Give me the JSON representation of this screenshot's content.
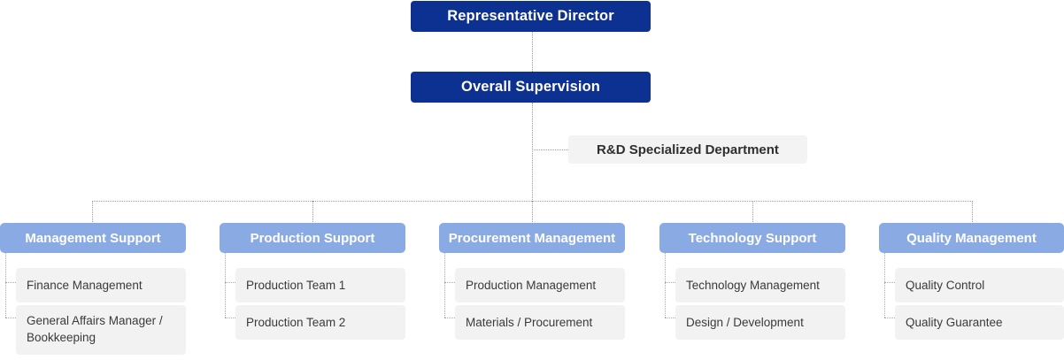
{
  "chart": {
    "type": "organization-chart",
    "title_nodes": [
      {
        "id": "representative-director",
        "label": "Representative Director"
      },
      {
        "id": "overall-supervision",
        "label": "Overall Supervision"
      }
    ],
    "side_node": {
      "id": "rnd-specialized-department",
      "label": "R&D Specialized Department"
    },
    "departments": [
      {
        "id": "management-support",
        "label": "Management Support",
        "items": [
          {
            "label": "Finance Management",
            "multiline": false
          },
          {
            "label": "General Affairs Manager / Bookkeeping",
            "multiline": true
          }
        ]
      },
      {
        "id": "production-support",
        "label": "Production Support",
        "items": [
          {
            "label": "Production Team 1",
            "multiline": false
          },
          {
            "label": "Production Team 2",
            "multiline": false
          }
        ]
      },
      {
        "id": "procurement-management",
        "label": "Procurement Management",
        "items": [
          {
            "label": "Production Management",
            "multiline": false
          },
          {
            "label": "Materials / Procurement",
            "multiline": false
          }
        ]
      },
      {
        "id": "technology-support",
        "label": "Technology Support",
        "items": [
          {
            "label": "Technology Management",
            "multiline": false
          },
          {
            "label": "Design / Development",
            "multiline": false
          }
        ]
      },
      {
        "id": "quality-management",
        "label": "Quality Management",
        "items": [
          {
            "label": "Quality Control",
            "multiline": false
          },
          {
            "label": "Quality Guarantee",
            "multiline": false
          }
        ]
      }
    ],
    "colors": {
      "top_node_bg": "#0c3190",
      "top_node_text": "#ffffff",
      "dept_head_bg": "#8aaae3",
      "dept_head_text": "#ffffff",
      "item_bg": "#f2f2f2",
      "item_text": "#3a3a3a",
      "side_node_bg": "#f3f3f3",
      "connector": "#9a9a9a",
      "page_bg": "#ffffff"
    }
  }
}
